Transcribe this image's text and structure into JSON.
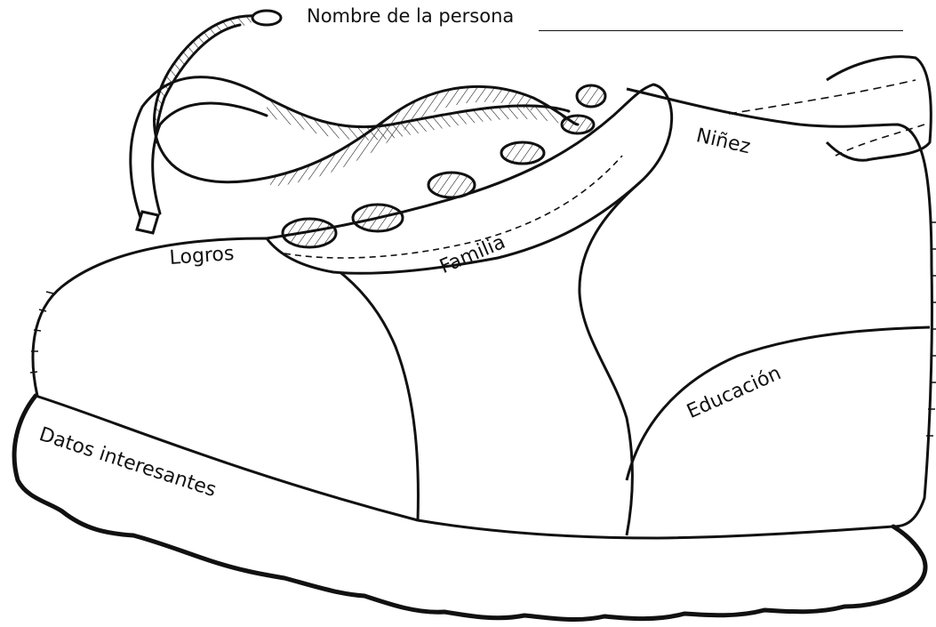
{
  "header": {
    "name_label": "Nombre de la persona"
  },
  "sections": {
    "ninez": "Niñez",
    "logros": "Logros",
    "familia": "Familia",
    "educacion": "Educación",
    "datos_interesantes": "Datos interesantes"
  },
  "colors": {
    "ink": "#111111",
    "paper": "#ffffff"
  },
  "icons": [
    "shoe-illustration",
    "shoelace",
    "eyelet"
  ]
}
